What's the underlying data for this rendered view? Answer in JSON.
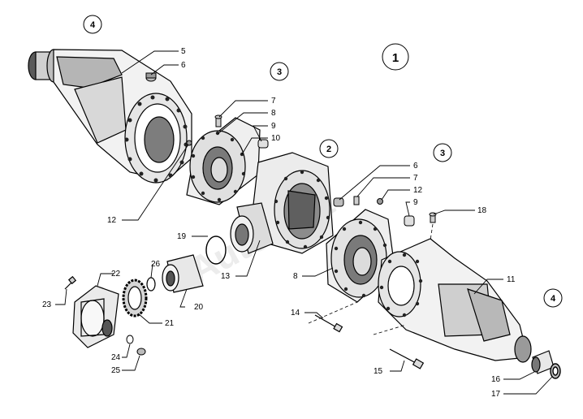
{
  "diagram": {
    "assembly_number": "1",
    "group_labels": [
      "4",
      "3",
      "2",
      "3",
      "4"
    ],
    "part_labels": [
      "5",
      "6",
      "7",
      "8",
      "9",
      "10",
      "12",
      "19",
      "26",
      "22",
      "13",
      "23",
      "21",
      "20",
      "24",
      "25",
      "6",
      "7",
      "12",
      "9",
      "18",
      "8",
      "11",
      "14",
      "15",
      "16",
      "17"
    ],
    "watermark_text": "AutoSoft",
    "colors": {
      "line": "#000000",
      "part_fill": "#ffffff",
      "shade": "#9a9a9a",
      "dark": "#4a4a4a"
    }
  }
}
